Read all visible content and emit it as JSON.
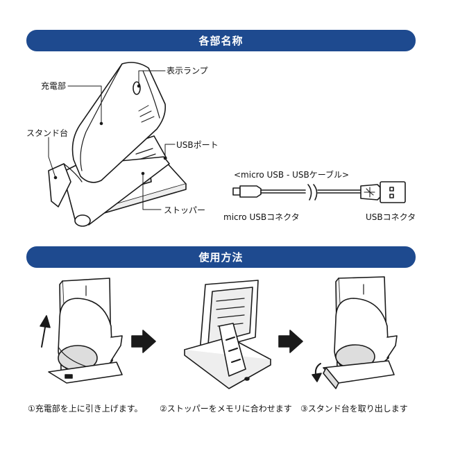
{
  "sections": {
    "parts_title": "各部名称",
    "usage_title": "使用方法"
  },
  "parts": {
    "charging_part": "充電部",
    "indicator_lamp": "表示ランプ",
    "stand_base": "スタンド台",
    "usb_port": "USBポート",
    "stopper": "ストッパー"
  },
  "cable": {
    "title": "<micro USB - USBケーブル>",
    "micro_connector": "micro USBコネクタ",
    "usb_connector": "USBコネクタ"
  },
  "steps": [
    {
      "caption": "①充電部を上に引き上げます。"
    },
    {
      "caption": "②ストッパーをメモリに合わせます"
    },
    {
      "caption": "③スタンド台を取り出します"
    }
  ],
  "colors": {
    "banner": "#1e4a8f",
    "line": "#1a1a1a",
    "fill": "#ffffff",
    "shade": "#d8d8d8"
  }
}
